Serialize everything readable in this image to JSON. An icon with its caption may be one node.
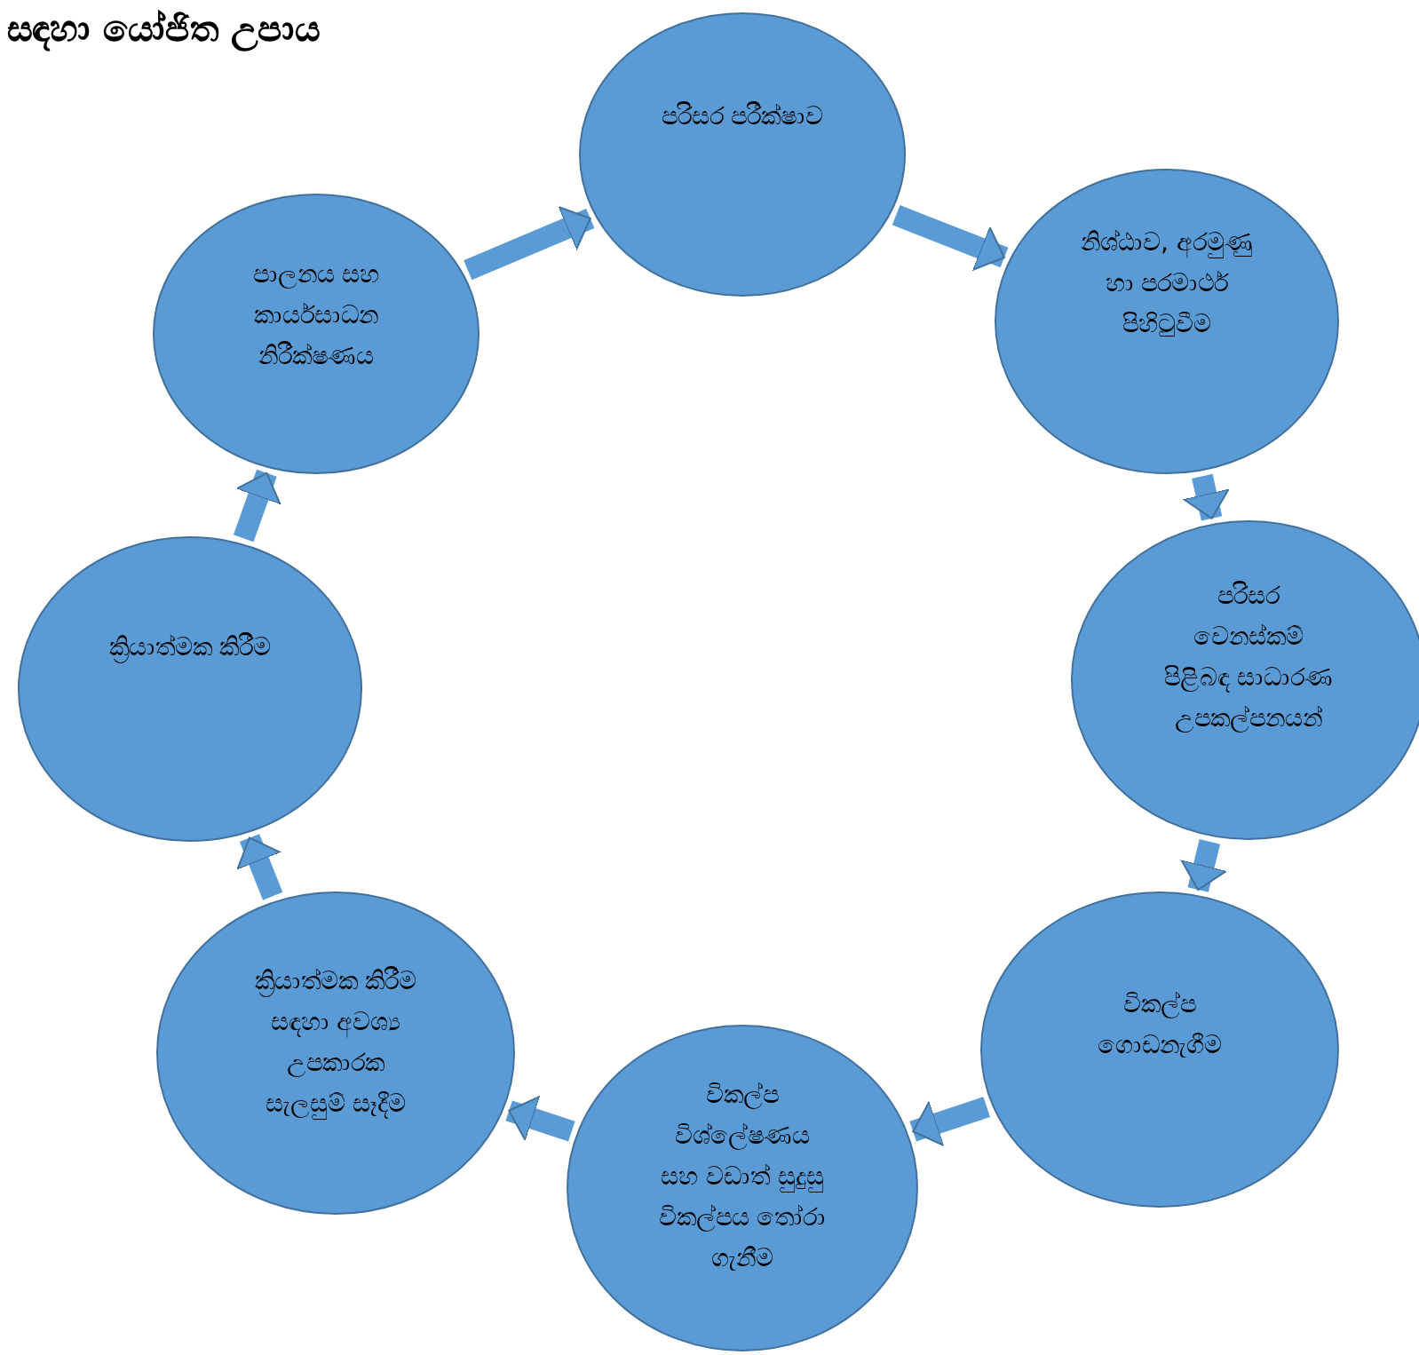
{
  "diagram": {
    "title": "සඳහා යෝජිත උපාය",
    "nodes": [
      {
        "text": [
          "පරිසර පරීක්ෂාව"
        ]
      },
      {
        "text": [
          "නිශ්ඨාව, අරමුණු හා පරමාර්ථ පිහිටුවීම"
        ]
      },
      {
        "text": [
          "පරිසර වෙනස්කම් පිළිබඳ සාධාරණ උපකල්පනයන්"
        ]
      },
      {
        "text": [
          "විකල්ප ගොඩනැගීම"
        ]
      },
      {
        "text": [
          "විකල්ප විශ්ලේෂණය සහ වඩාත් සුදුසු විකල්පය තෝරා ගැනීම"
        ]
      },
      {
        "text": [
          "ක්‍රියාත්මක කිරීම සඳහා අවශ්‍ය උපකාරක සැලසුම් සෑදීම"
        ]
      },
      {
        "text": [
          "ක්‍රියාත්මක කිරීම"
        ]
      },
      {
        "text": [
          "පාලනය සහ කාර්යසාධන නිරීක්ෂණය"
        ]
      }
    ],
    "edges": [
      {
        "from": 0,
        "to": 1,
        "arrow": "to"
      },
      {
        "from": 1,
        "to": 2,
        "arrow": "to"
      },
      {
        "from": 2,
        "to": 3,
        "arrow": "to"
      },
      {
        "from": 3,
        "to": 4,
        "arrow": "to"
      },
      {
        "from": 4,
        "to": 5,
        "arrow": "to"
      },
      {
        "from": 5,
        "to": 6,
        "arrow": "to"
      },
      {
        "from": 6,
        "to": 7,
        "arrow": "to"
      },
      {
        "from": 7,
        "to": 0,
        "arrow": "to"
      }
    ]
  }
}
